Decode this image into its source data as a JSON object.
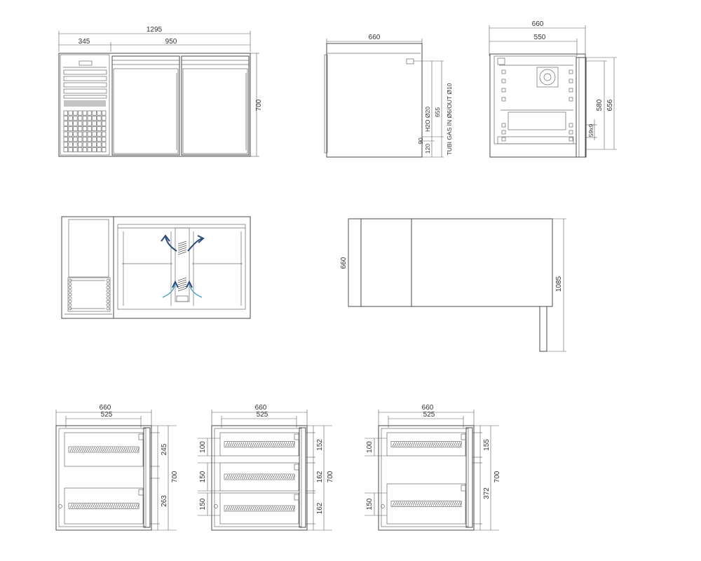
{
  "front_view": {
    "overall_width": "1295",
    "left_width": "345",
    "right_width": "950",
    "height": "700"
  },
  "side_view": {
    "depth": "660",
    "label_h2o": "H2O Ø20",
    "label_655": "655",
    "label_90": "90",
    "label_120": "120",
    "label_tubi": "TUBI GAS IN Ø6/OUT Ø10"
  },
  "section_view": {
    "outer_width": "660",
    "inner_width": "550",
    "height_656": "656",
    "height_580": "580",
    "vent": "59x9"
  },
  "top_view": {
    "depth": "660",
    "length": "1085"
  },
  "drawer_views": [
    {
      "outer": "660",
      "inner": "525",
      "right_dims": [
        "245",
        "263"
      ],
      "height": "700",
      "left_dims": []
    },
    {
      "outer": "660",
      "inner": "525",
      "right_dims": [
        "152",
        "162",
        "162"
      ],
      "height": "700",
      "left_dims": [
        "100",
        "150",
        "150"
      ]
    },
    {
      "outer": "660",
      "inner": "525",
      "right_dims": [
        "155",
        "372"
      ],
      "height": "700",
      "left_dims": [
        "100",
        "150"
      ]
    }
  ],
  "colors": {
    "line": "#4a4a4a",
    "arrow_hot": "#2c4a78",
    "arrow_cold": "#5fa8c8"
  }
}
